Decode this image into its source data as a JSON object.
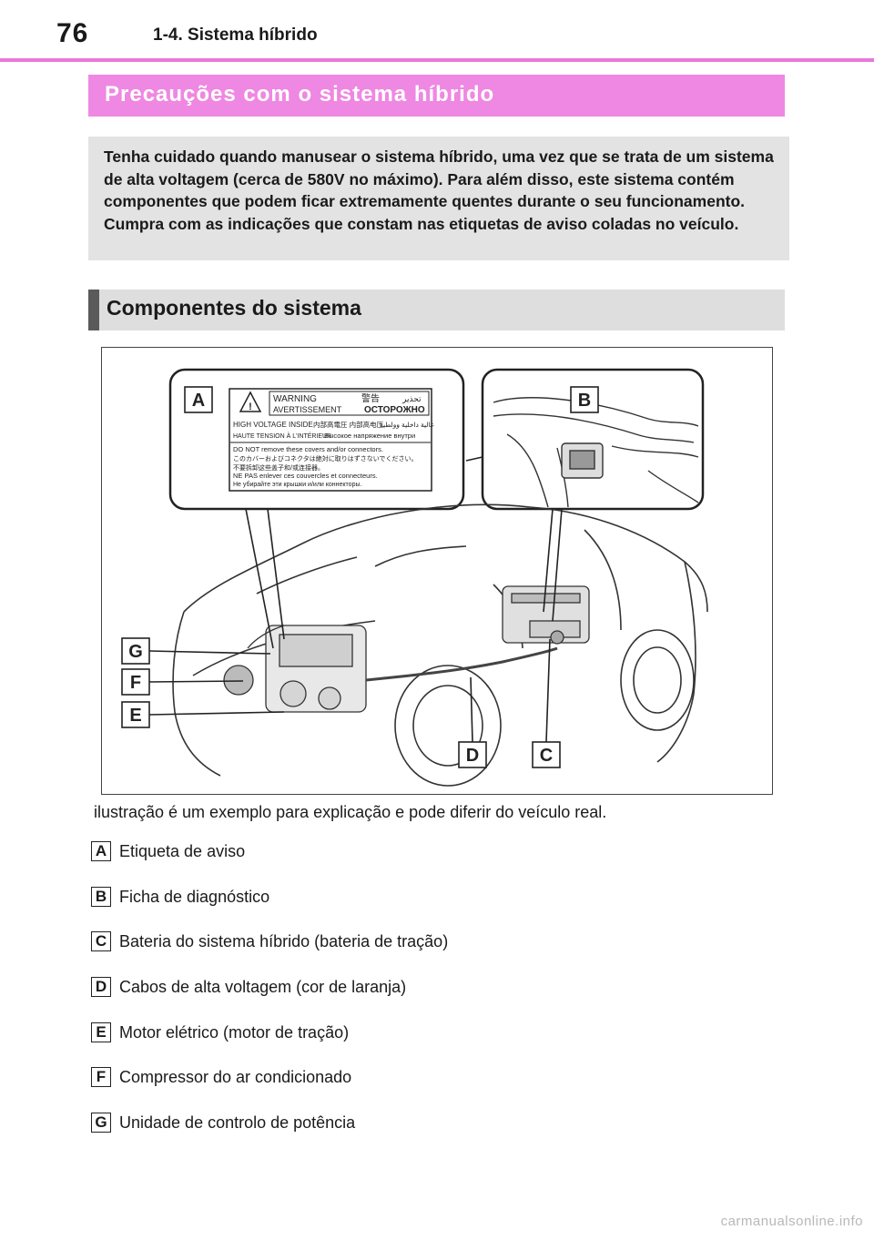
{
  "header": {
    "page_number": "76",
    "section_title": "1-4. Sistema híbrido"
  },
  "precautions": {
    "title": "Precauções com o sistema híbrido",
    "warning_text": "Tenha cuidado quando manusear o sistema híbrido, uma vez que se trata de um sistema de alta voltagem (cerca de 580V no máximo). Para além disso, este sistema contém componentes que podem ficar extremamente quentes durante o seu funcionamento. Cumpra com as indicações que constam nas etiquetas de aviso coladas no veículo."
  },
  "components": {
    "title": "Componentes do sistema",
    "figure": {
      "callouts": [
        "A",
        "B",
        "C",
        "D",
        "E",
        "F",
        "G"
      ],
      "warning_label": {
        "line1_left": "WARNING",
        "line1_mid": "警告",
        "line1_right": "تحذير",
        "line2_left": "AVERTISSEMENT",
        "line2_right": "ОСТОРОЖНО",
        "line3_left": "HIGH VOLTAGE INSIDE",
        "line3_mid": "内部高電圧  内部高电压",
        "line3_right": "عالية داخلية وولطية",
        "line4_left": "HAUTE TENSION À L'INTÉRIEUR",
        "line4_right": "Высокое напряжение внутри",
        "line5": "DO NOT remove these covers and/or connectors.",
        "line6": "このカバーおよびコネクタは絶対に取りはずさないでください。",
        "line7": "不要拆卸这些盖子和/或连接器。",
        "line8": "NE PAS enlever ces couvercles et connecteurs.",
        "line9": "Не убирайте эти крышки и/или коннекторы."
      }
    },
    "caption": "ilustração é um exemplo para explicação e pode diferir do veículo real.",
    "legend": [
      {
        "letter": "A",
        "text": "Etiqueta de aviso"
      },
      {
        "letter": "B",
        "text": "Ficha de diagnóstico"
      },
      {
        "letter": "C",
        "text": "Bateria do sistema híbrido (bateria de tração)"
      },
      {
        "letter": "D",
        "text": "Cabos de alta voltagem (cor de laranja)"
      },
      {
        "letter": "E",
        "text": "Motor elétrico (motor de tração)"
      },
      {
        "letter": "F",
        "text": "Compressor do ar condicionado"
      },
      {
        "letter": "G",
        "text": "Unidade de controlo de potência"
      }
    ]
  },
  "watermark": "carmanualsonline.info",
  "colors": {
    "header_rule": "#e879d9",
    "pink_banner": "#ee88e2",
    "warning_box": "#e3e3e3",
    "gray_banner": "#dedede"
  }
}
